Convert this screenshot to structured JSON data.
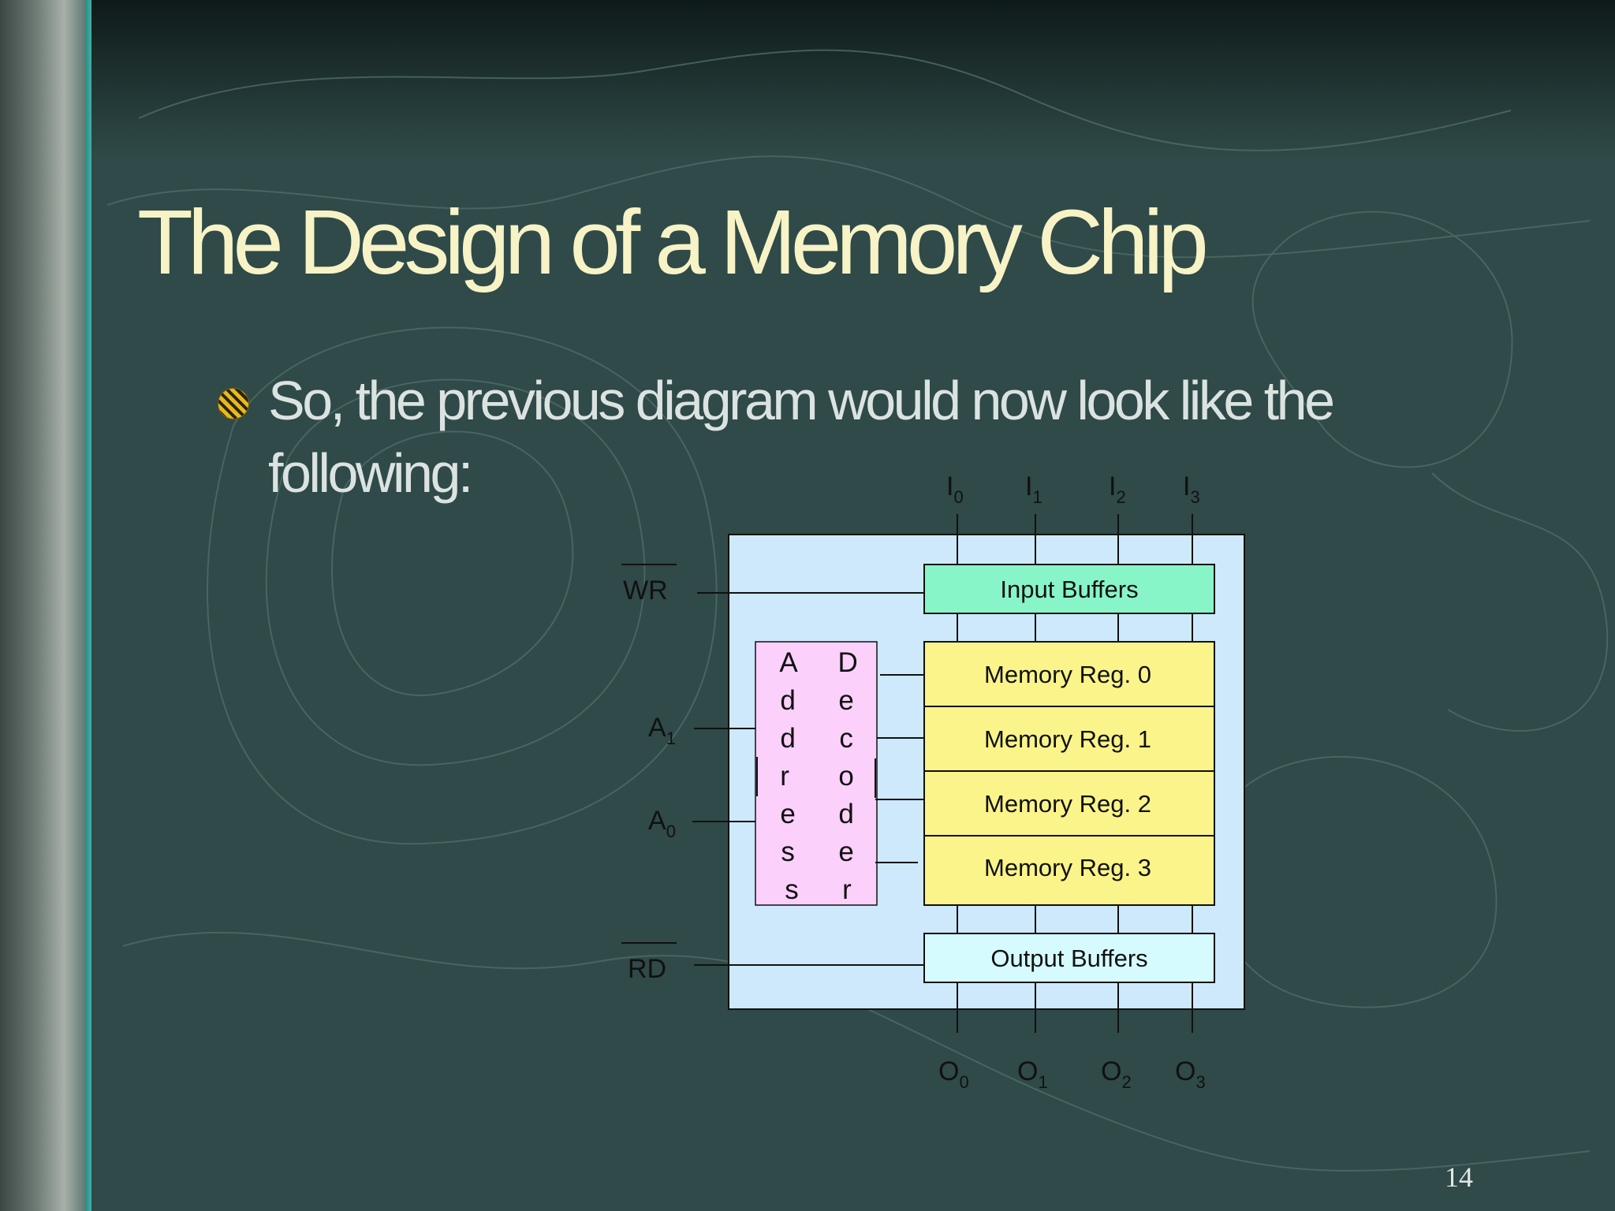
{
  "slide": {
    "title": "The Design of a Memory Chip",
    "bullet": "So, the previous diagram would now look like the following:",
    "page_number": "14"
  },
  "diagram": {
    "inputs": [
      {
        "name": "I",
        "sub": "0"
      },
      {
        "name": "I",
        "sub": "1"
      },
      {
        "name": "I",
        "sub": "2"
      },
      {
        "name": "I",
        "sub": "3"
      }
    ],
    "outputs": [
      {
        "name": "O",
        "sub": "0"
      },
      {
        "name": "O",
        "sub": "1"
      },
      {
        "name": "O",
        "sub": "2"
      },
      {
        "name": "O",
        "sub": "3"
      }
    ],
    "signals": {
      "write": "WR",
      "read": "RD",
      "address1": {
        "name": "A",
        "sub": "1"
      },
      "address0": {
        "name": "A",
        "sub": "0"
      }
    },
    "input_buffers": "Input Buffers",
    "output_buffers": "Output Buffers",
    "registers": [
      "Memory Reg. 0",
      "Memory Reg. 1",
      "Memory Reg. 2",
      "Memory Reg. 3"
    ],
    "decoder_word1": "Address",
    "decoder_word2": "Decoder",
    "colors": {
      "chip": "#cde9fb",
      "input_buffers": "#88f5c8",
      "output_buffers": "#d6fbff",
      "registers": "#fbf48a",
      "decoder": "#fbd0fb",
      "title": "#f7f3c6"
    }
  }
}
